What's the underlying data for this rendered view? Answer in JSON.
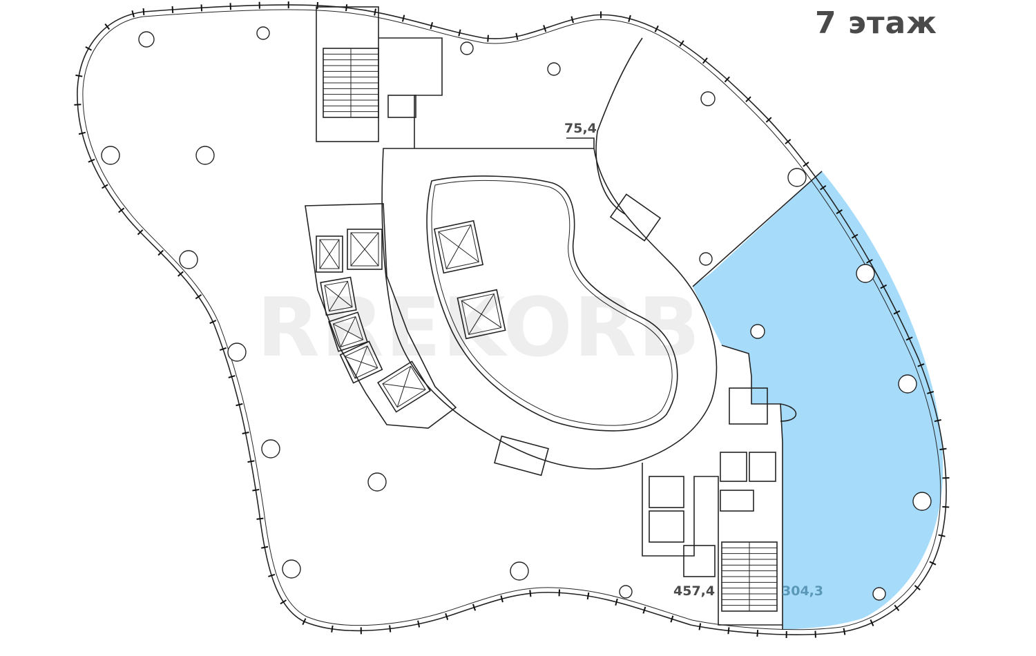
{
  "floor_title": "7 этаж",
  "watermark": "RREKORB",
  "highlight_color": "#a6dcf9",
  "areas": [
    {
      "label": "75,4",
      "highlighted": false
    },
    {
      "label": "457,4",
      "highlighted": false
    },
    {
      "label": "304,3",
      "highlighted": true
    }
  ]
}
